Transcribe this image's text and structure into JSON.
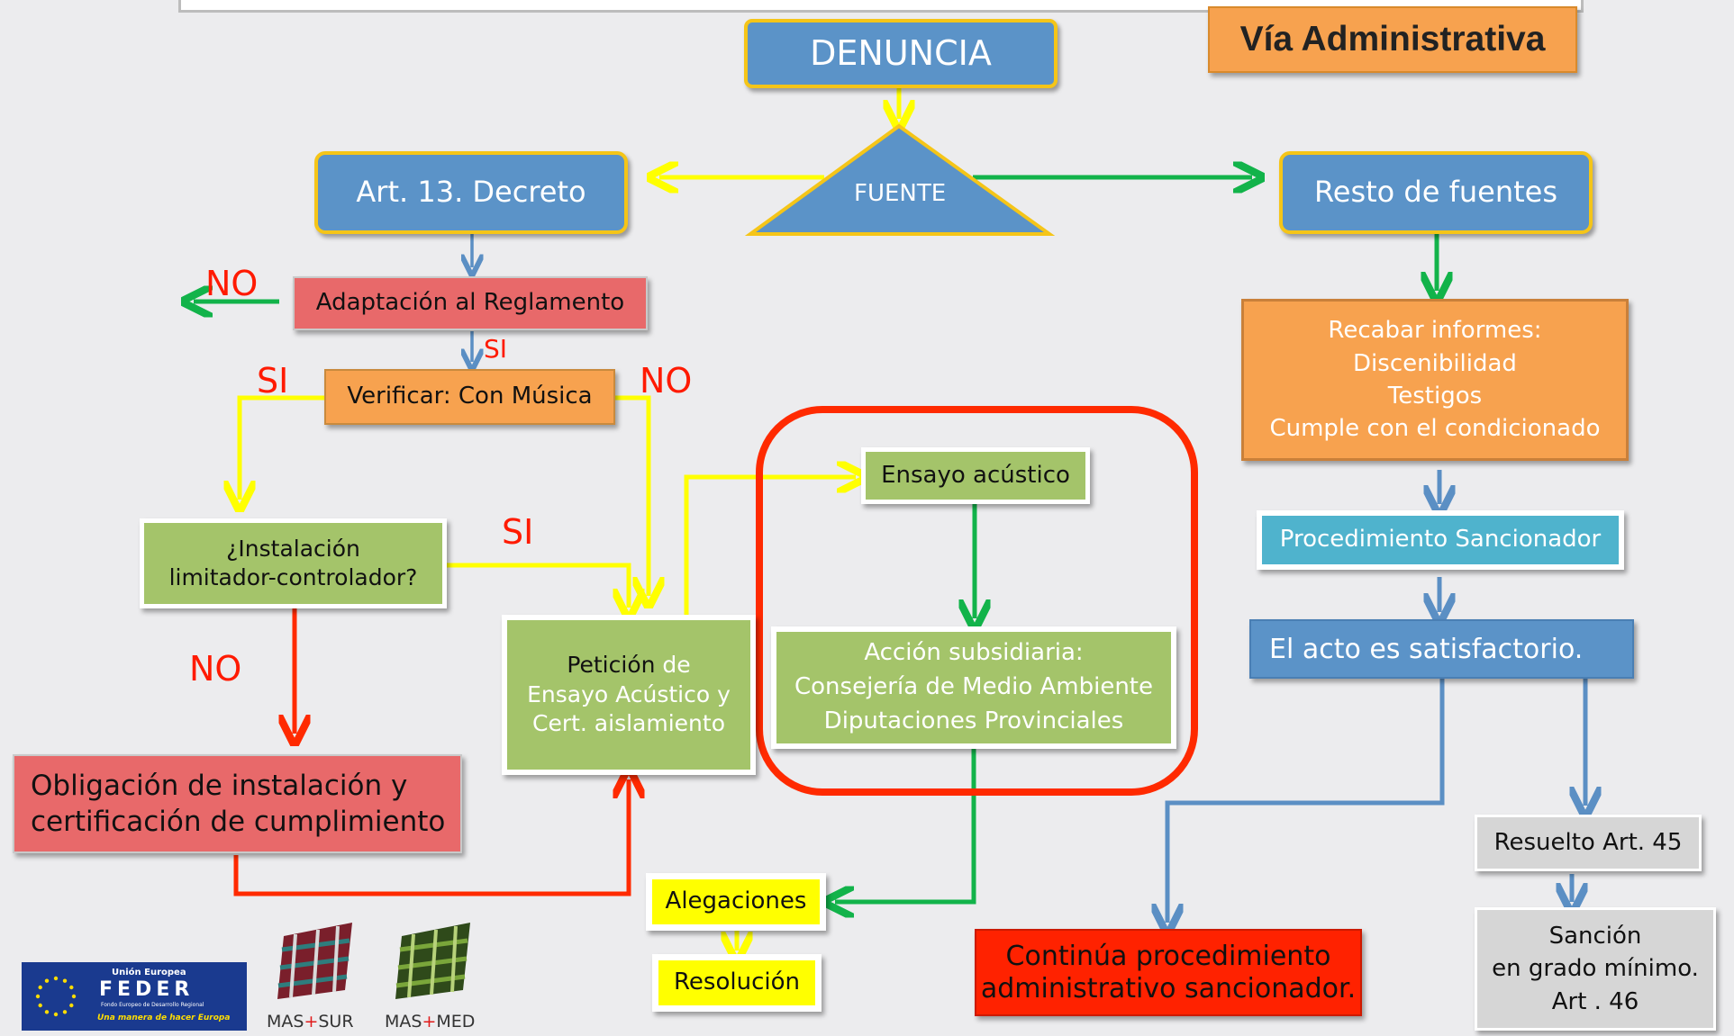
{
  "badge": {
    "title": "Vía Administrativa"
  },
  "nodes": {
    "denuncia": "DENUNCIA",
    "fuente": "FUENTE",
    "art13": "Art. 13. Decreto",
    "resto": "Resto de fuentes",
    "adaptacion": "Adaptación al Reglamento",
    "verificar": "Verificar: Con Música",
    "instalacion": [
      "¿Instalación",
      "limitador-controlador?"
    ],
    "peticion": [
      "Petición",
      "de",
      "Ensayo Acústico y",
      "Cert. aislamiento"
    ],
    "obligacion": [
      "Obligación de instalación y",
      "certificación de cumplimiento"
    ],
    "ensayo": "Ensayo acústico",
    "accion": [
      "Acción subsidiaria:",
      "Consejería de Medio Ambiente",
      "Diputaciones Provinciales"
    ],
    "alegaciones": "Alegaciones",
    "resolucion": "Resolución",
    "recabar": [
      "Recabar informes:",
      "Discenibilidad",
      "Testigos",
      "Cumple con el condicionado"
    ],
    "procedimiento": "Procedimiento Sancionador",
    "acto": "El acto es satisfactorio.",
    "resuelto": "Resuelto Art. 45",
    "sancion": [
      "Sanción",
      "en grado mínimo.",
      "Art . 46"
    ],
    "continua": [
      "Continúa procedimiento",
      "administrativo sancionador."
    ]
  },
  "labels": {
    "no_top": "NO",
    "si_small": "SI",
    "si_left": "SI",
    "no_right": "NO",
    "si_mid": "SI",
    "no_bottom": "NO"
  },
  "logos": {
    "feder": [
      "Unión Europea",
      "FEDER",
      "Fondo Europeo de Desarrollo Regional",
      "Una manera de hacer Europa"
    ],
    "massur": [
      "MAS",
      "SUR"
    ],
    "masmed": [
      "MAS",
      "MED"
    ]
  },
  "colors": {
    "blue_box": "#5b93c8",
    "gold_border": "#f5c518",
    "red_box": "#e8696a",
    "orange_box": "#f7a24f",
    "green_box": "#a4c46a",
    "cyan_box": "#4fb3cd",
    "yellow_box": "#ffff00",
    "alert_red": "#ff2200",
    "arrow_yellow": "#ffff00",
    "arrow_green": "#12b34a",
    "arrow_blue": "#5b8fc4",
    "arrow_red": "#ff2a00"
  }
}
